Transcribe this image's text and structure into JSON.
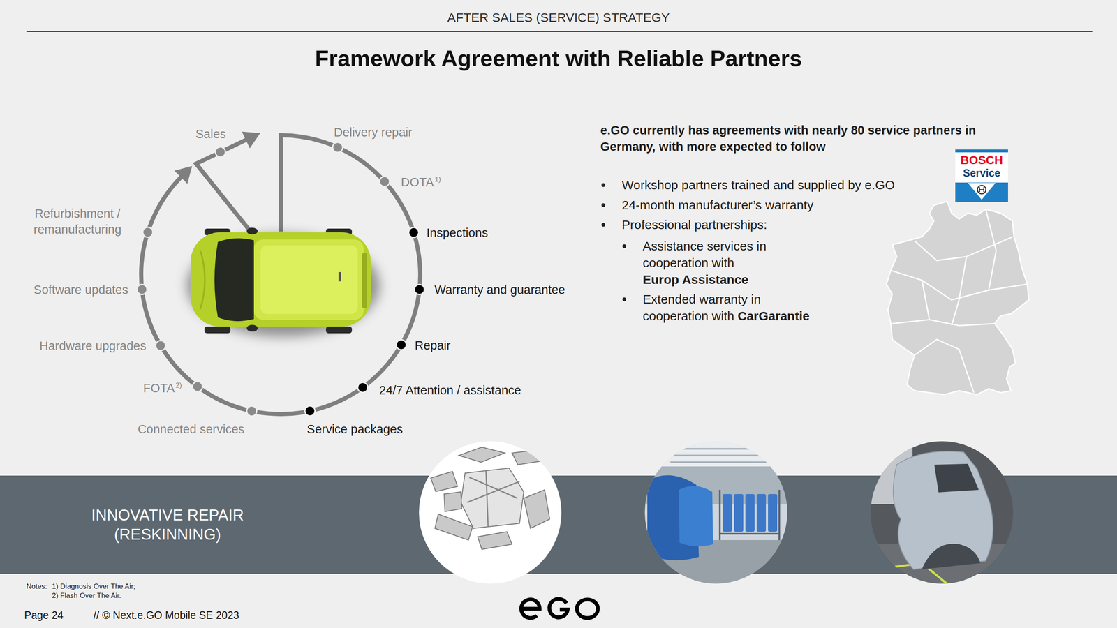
{
  "diagram": {
    "title": "Framework Agreement with Reliable Partners",
    "nodes": [
      {
        "text": [
          "BOSCH",
          "Service"
        ]
      },
      {
        "text": [
          "INNOVATIVE REPAIR (RESKINNING)"
        ]
      }
    ],
    "labels": [
      "AFTER SALES (SERVICE) STRATEGY",
      "Sales",
      "Delivery repair",
      "DOTA",
      "1)",
      "Inspections",
      "Warranty and guarantee",
      "Repair",
      "24/7 Attention / assistance",
      "Service packages",
      "Connected services",
      "FOTA",
      "2)",
      "Hardware upgrades",
      "Software updates",
      "Refurbishment / remanufacturing",
      "e.GO currently has agreements with nearly 80 service partners in Germany, with more expected to follow",
      "Workshop partners trained and supplied by e.GO",
      "24-month manufacturer’s warranty",
      "Professional partnerships:",
      "Assistance services in cooperation with",
      "Europ Assistance",
      "Extended warranty in cooperation with",
      "CarGarantie",
      "Notes:",
      "1) Diagnosis Over The Air;",
      "2) Flash Over The Air.",
      "Page 24",
      "// © Next.e.GO Mobile SE 2023"
    ]
  }
}
